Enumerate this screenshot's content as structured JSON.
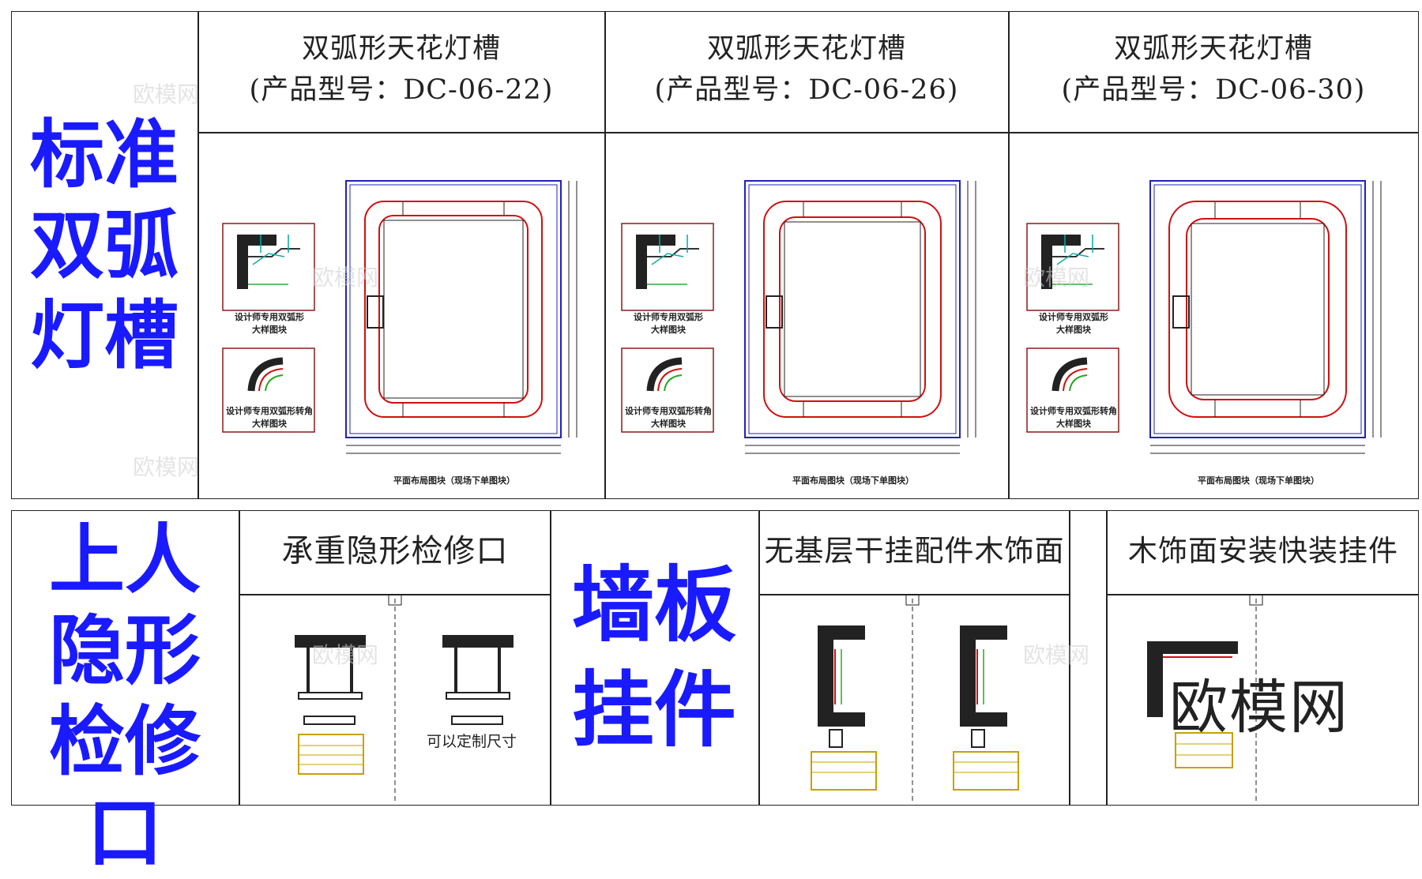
{
  "top": {
    "side_title": [
      "标准",
      "双弧",
      "灯槽"
    ],
    "panels": [
      {
        "title": "双弧形天花灯槽",
        "model": "(产品型号：DC-06-22)",
        "caption1": "设计师专用双弧形\n大样图块",
        "caption2": "设计师专用双弧形转角\n大样图块",
        "plan_caption": "平面布局图块（现场下单图块）"
      },
      {
        "title": "双弧形天花灯槽",
        "model": "(产品型号：DC-06-26)",
        "caption1": "设计师专用双弧形\n大样图块",
        "caption2": "设计师专用双弧形转角\n大样图块",
        "plan_caption": "平面布局图块（现场下单图块）"
      },
      {
        "title": "双弧形天花灯槽",
        "model": "(产品型号：DC-06-30)",
        "caption1": "设计师专用双弧形\n大样图块",
        "caption2": "设计师专用双弧形转角\n大样图块",
        "plan_caption": "平面布局图块（现场下单图块）"
      }
    ]
  },
  "bottom": {
    "side_title_left": [
      "上人",
      "隐形",
      "检修口"
    ],
    "access_title": "承重隐形检修口",
    "access_note": "可以定制尺寸",
    "side_title_mid": [
      "墙板",
      "挂件"
    ],
    "wood_title": "无基层干挂配件木饰面",
    "quick_title": "木饰面安装快装挂件",
    "logo": "欧模网"
  },
  "watermark": "欧模网",
  "colors": {
    "blue_title": "#1a1aff",
    "frame_blue": "#2020c0",
    "red_line": "#d01010",
    "dark": "#222222"
  }
}
